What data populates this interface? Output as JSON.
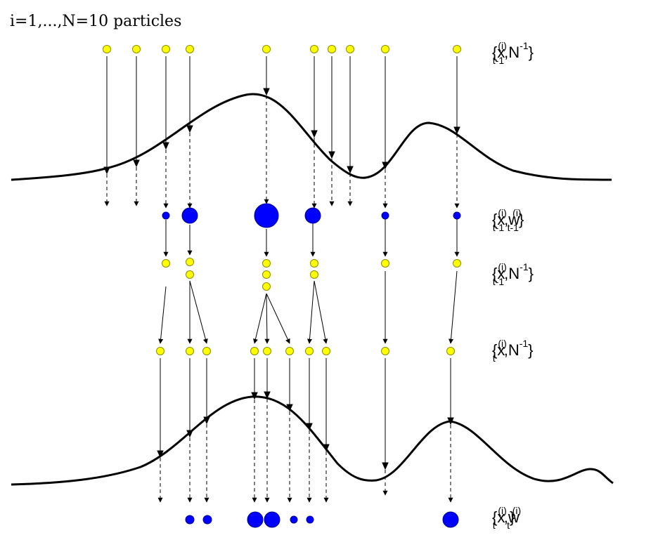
{
  "caption": "i=1,...,N=10 particles",
  "colors": {
    "particle_fill": "#ffff00",
    "particle_stroke": "#8b8b00",
    "weight_fill": "#0000ff",
    "weight_stroke": "#00008b",
    "curve": "#000000",
    "arrow": "#000000"
  },
  "labels": {
    "row1": {
      "brace_open": "{",
      "var": "x",
      "sup": "(i)",
      "sub": "t-1",
      "sep": ",",
      "n": "N",
      "n_sup": "-1",
      "brace_close": "}"
    },
    "row2": {
      "brace_open": "{",
      "var": "x",
      "sup": "(i)",
      "sub": "t-1",
      "sep": ",",
      "w": "w",
      "w_sup": "(i)",
      "w_sub": "t-1",
      "brace_close": "}"
    },
    "row3": {
      "brace_open": "{",
      "var": "x",
      "sup": "(i)",
      "sub": "t-1",
      "sep": ",",
      "n": "N",
      "n_sup": "-1",
      "brace_close": "}"
    },
    "row4": {
      "brace_open": "{",
      "var": "x",
      "sup": "(i)",
      "sub": "t",
      "sep": ",",
      "n": "N",
      "n_sup": "-1",
      "brace_close": "}"
    },
    "row5": {
      "brace_open": "{",
      "var": "x",
      "sup": "(i)",
      "sub": "t",
      "sep": ",",
      "w": "w",
      "w_sup": "(i)",
      "w_sub": "t",
      "brace_close": "}"
    }
  }
}
